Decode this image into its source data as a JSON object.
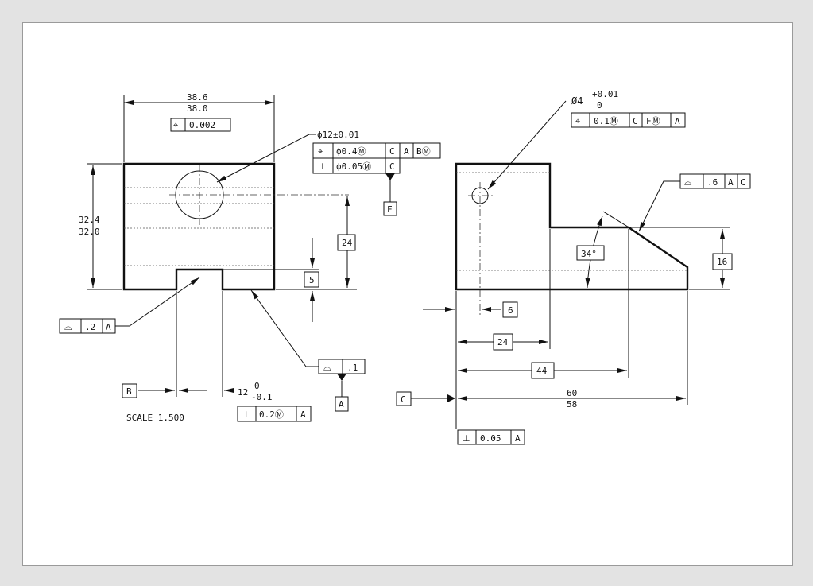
{
  "front_view": {
    "width_upper": "38.6",
    "width_lower": "38.0",
    "width_fcf": {
      "symbol": "⌖",
      "tolerance": "0.002"
    },
    "height_upper": "32.4",
    "height_lower": "32.0",
    "hole_size": "ϕ12±0.01",
    "hole_fcf_position": {
      "symbol": "⌖",
      "tolerance": "ϕ0.4Ⓜ",
      "datum1": "C",
      "datum2": "A",
      "datum3": "BⓂ"
    },
    "hole_fcf_perpendicularity": {
      "symbol": "⊥",
      "tolerance": "ϕ0.05Ⓜ",
      "datum1": "C"
    },
    "datum_f": "F",
    "dim_hole_height": "24",
    "dim_slot_depth": "5",
    "bottom_profile_fcf": {
      "symbol": "⌓",
      "tolerance": ".2",
      "datum1": "A"
    },
    "right_profile_fcf": {
      "symbol": "⌓",
      "tolerance": ".1"
    },
    "datum_a": "A",
    "datum_b": "B",
    "slot_width": "12",
    "slot_tol_upper": "0",
    "slot_tol_lower": "-0.1",
    "slot_fcf": {
      "symbol": "⊥",
      "tolerance": "0.2Ⓜ",
      "datum1": "A"
    },
    "scale_label": "SCALE 1.500"
  },
  "side_view": {
    "small_hole_size": "Ø4",
    "small_hole_tol_upper": "+0.01",
    "small_hole_tol_lower": "0",
    "small_hole_fcf": {
      "symbol": "⌖",
      "tolerance": "0.1Ⓜ",
      "datum1": "C",
      "datum2": "FⓂ",
      "datum3": "A"
    },
    "slope_profile_fcf": {
      "symbol": "⌓",
      "tolerance": ".6",
      "datum1": "A",
      "datum2": "C"
    },
    "angle": "34°",
    "dim_step_height": "16",
    "dim_hole_offset": "6",
    "dim_step_24": "24",
    "dim_44": "44",
    "length_upper": "60",
    "length_lower": "58",
    "datum_c": "C",
    "bottom_fcf": {
      "symbol": "⊥",
      "tolerance": "0.05",
      "datum1": "A"
    }
  }
}
